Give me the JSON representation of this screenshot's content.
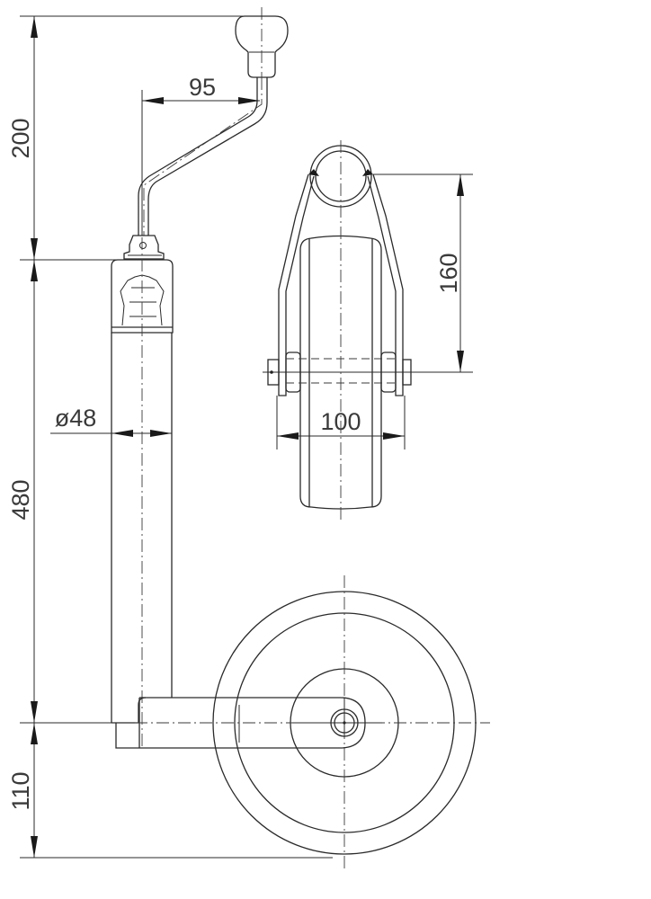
{
  "drawing": {
    "title": "Jockey wheel technical drawing",
    "line_color": "#2a2a2a",
    "background": "#ffffff"
  },
  "dimensions": {
    "crank_height": {
      "label": "200",
      "unit": "mm",
      "orientation": "vertical"
    },
    "crank_offset": {
      "label": "95",
      "unit": "mm",
      "orientation": "horizontal"
    },
    "tube_diameter": {
      "label": "ø48",
      "unit": "mm",
      "orientation": "horizontal"
    },
    "tube_length": {
      "label": "480",
      "unit": "mm",
      "orientation": "vertical"
    },
    "ground_clearance": {
      "label": "110",
      "unit": "mm",
      "orientation": "vertical"
    },
    "fork_height": {
      "label": "160",
      "unit": "mm",
      "orientation": "vertical"
    },
    "wheel_width": {
      "label": "100",
      "unit": "mm",
      "orientation": "horizontal"
    }
  },
  "views": [
    {
      "name": "side-view",
      "parts": [
        "crank-handle",
        "knob",
        "outer-tube",
        "inner-tube",
        "swivel-arm",
        "wheel"
      ]
    },
    {
      "name": "front-view",
      "parts": [
        "fork",
        "clamp-ring",
        "wheel",
        "axle"
      ]
    }
  ]
}
